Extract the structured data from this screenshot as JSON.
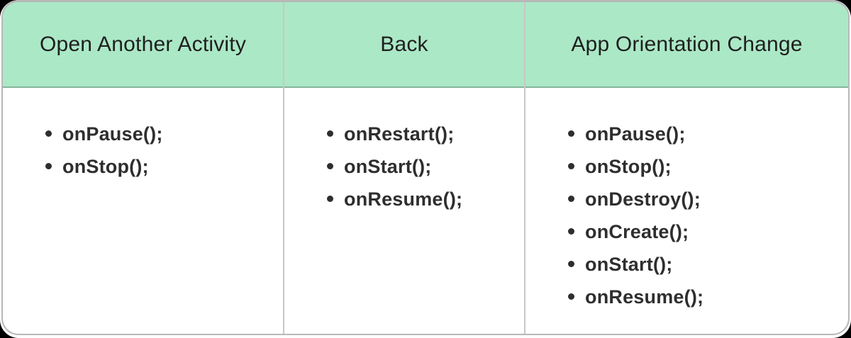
{
  "table": {
    "columns": [
      {
        "header": "Open Another Activity",
        "items": [
          "onPause();",
          "onStop();"
        ]
      },
      {
        "header": "Back",
        "items": [
          "onRestart();",
          "onStart();",
          "onResume();"
        ]
      },
      {
        "header": "App Orientation Change",
        "items": [
          "onPause();",
          "onStop();",
          "onDestroy();",
          "onCreate();",
          "onStart();",
          "onResume();"
        ]
      }
    ]
  },
  "colors": {
    "canvas_bg": "#000000",
    "page_bg": "#FFFFFF",
    "header_bg": "#ABE8C6",
    "header_text": "#1F1F1F",
    "body_text": "#2E2E2E",
    "border_strong": "rgba(0,0,0,0.28)",
    "border_soft": "rgba(0,0,0,0.22)"
  }
}
